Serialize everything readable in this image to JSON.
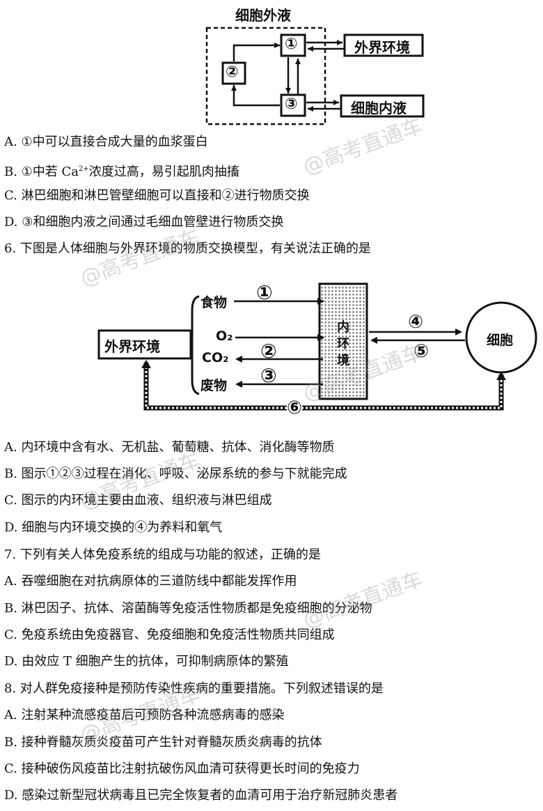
{
  "fig1": {
    "title": "细胞外液",
    "node1": "①",
    "node2": "②",
    "node3": "③",
    "outside": "外界环境",
    "intracellular": "细胞内液"
  },
  "q5": {
    "a": "A. ①中可以直接合成大量的血浆蛋白",
    "b_pre": "B. ①中若 Ca",
    "b_sup": "2+",
    "b_post": "浓度过高，易引起肌肉抽搐",
    "c": "C. 淋巴细胞和淋巴管壁细胞可以直接和②进行物质交换",
    "d": "D. ③和细胞内液之间通过毛细血管壁进行物质交换"
  },
  "q6": {
    "stem": "6. 下图是人体细胞与外界环境的物质交换模型，有关说法正确的是",
    "a": "A. 内环境中含有水、无机盐、葡萄糖、抗体、消化酶等物质",
    "b": "B. 图示①②③过程在消化、呼吸、泌尿系统的参与下就能完成",
    "c": "C. 图示的内环境主要由血液、组织液与淋巴组成",
    "d": "D. 细胞与内环境交换的④为养料和氧气"
  },
  "fig2": {
    "outside": "外界环境",
    "food": "食物",
    "o2": "O₂",
    "co2": "CO₂",
    "waste": "废物",
    "inner1": "内",
    "inner2": "环",
    "inner3": "境",
    "cell": "细胞",
    "n1": "①",
    "n2": "②",
    "n3": "③",
    "n4": "④",
    "n5": "⑤",
    "n6": "⑥"
  },
  "q7": {
    "stem": "7. 下列有关人体免疫系统的组成与功能的叙述，正确的是",
    "a": "A.  吞噬细胞在对抗病原体的三道防线中都能发挥作用",
    "b": "B. 淋巴因子、抗体、溶菌酶等免疫活性物质都是免疫细胞的分泌物",
    "c": "C. 免疫系统由免疫器官、免疫细胞和免疫活性物质共同组成",
    "d": "D. 由效应 T 细胞产生的抗体，可抑制病原体的繁殖"
  },
  "q8": {
    "stem": "8. 对人群免疫接种是预防传染性疾病的重要措施。下列叙述错误的是",
    "a": "A. 注射某种流感疫苗后可预防各种流感病毒的感染",
    "b": "B. 接种脊髓灰质炎疫苗可产生针对脊髓灰质炎病毒的抗体",
    "c": "C. 接种破伤风疫苗比注射抗破伤风血清可获得更长时间的免疫力",
    "d": "D. 感染过新型冠状病毒且已完全恢复者的血清可用于治疗新冠肺炎患者"
  },
  "watermark": "@高考直通车"
}
